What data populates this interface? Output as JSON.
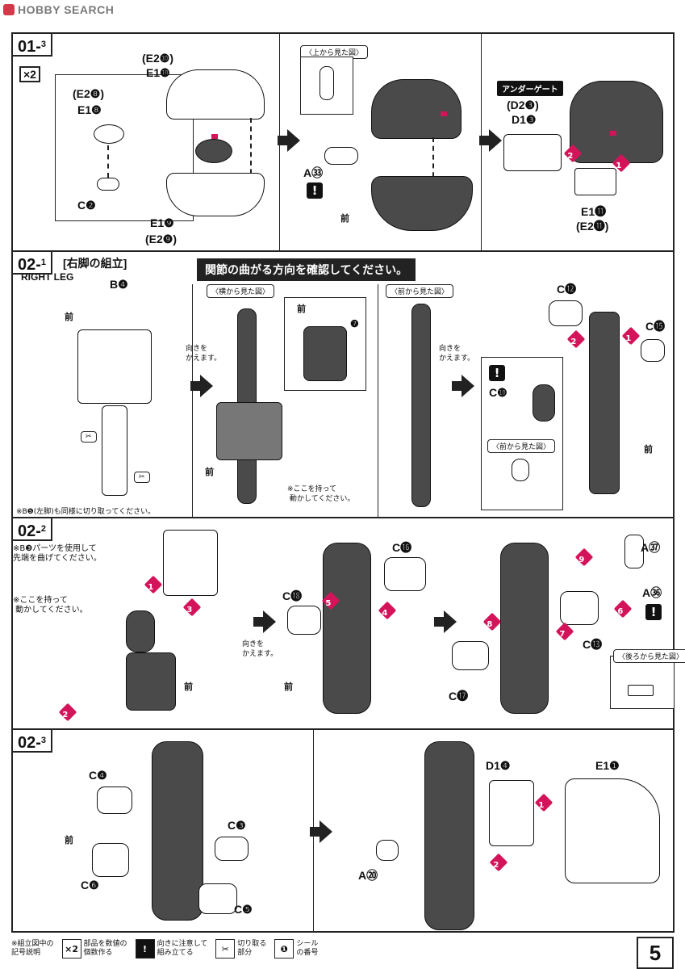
{
  "watermark": "HOBBY SEARCH",
  "page_number": "5",
  "sections": {
    "s1": {
      "step": "01-",
      "step_sup": "3",
      "multiplier": "×2",
      "labels": {
        "e2_8": "(E2❽)",
        "e1_8": "E1❽",
        "c2": "C❷",
        "e2_10": "(E2❿)",
        "e1_10": "E1❿",
        "e1_9": "E1❾",
        "e2_9": "(E2❾)",
        "a33": "A㉝",
        "d2_3": "(D2❸)",
        "d1_3": "D1❸",
        "e1_11": "E1⓫",
        "e2_11": "(E2⓫)"
      },
      "note_top_view": "〈上から見た図〉",
      "under_gate": "アンダーゲート",
      "front": "前",
      "nums": [
        "1",
        "2"
      ]
    },
    "s2": {
      "step": "02-",
      "step_sup": "1",
      "title": "[右脚の組立]",
      "subtitle": "RIGHT LEG",
      "banner": "関節の曲がる方向を確認してください。",
      "note_side_view": "〈横から見た図〉",
      "note_front_view": "〈前から見た図〉",
      "note_front_view2": "〈前から見た図〉",
      "labels": {
        "b4": "B❹",
        "c12": "C⓬",
        "c15": "C⓯",
        "c10": "C❿",
        "seal7": "❼"
      },
      "turn_text": "向きを\nかえます。",
      "hold_text": "※ここを持って\n 動かしてください。",
      "cut_note": "※B❺(左脚)も同様に切り取ってください。",
      "front": "前",
      "nums": [
        "1",
        "2"
      ]
    },
    "s3": {
      "step": "02-",
      "step_sup": "2",
      "bend_note": "※B❸パーツを使用して\n先端を曲げてください。",
      "hold_text": "※ここを持って\n 動かしてください。",
      "turn_text": "向きを\nかえます。",
      "note_back_view": "〈後ろから見た図〉",
      "labels": {
        "c16": "C⓰",
        "c18": "C⓲",
        "c17": "C⓱",
        "c13": "C⓭",
        "a37": "A㊲",
        "a36": "A㊱"
      },
      "front": "前",
      "nums": [
        "1",
        "2",
        "3",
        "4",
        "5",
        "6",
        "7",
        "8",
        "9"
      ]
    },
    "s4": {
      "step": "02-",
      "step_sup": "3",
      "labels": {
        "c4": "C❹",
        "c3": "C❸",
        "c6": "C❻",
        "c5": "C❺",
        "d1_4": "D1❹",
        "e1_1": "E1❶",
        "a20": "A⑳"
      },
      "front": "前",
      "nums": [
        "1",
        "2"
      ]
    }
  },
  "legend": {
    "title": "※組立図中の\n記号説明",
    "items": [
      {
        "icon": "×2",
        "text": "部品を数値の\n個数作る"
      },
      {
        "icon": "!",
        "text": "向きに注意して\n組み立てる"
      },
      {
        "icon": "✂",
        "text": "切り取る\n部分"
      },
      {
        "icon": "❶",
        "text": "シール\nの番号"
      }
    ]
  },
  "colors": {
    "accent": "#d4145a",
    "part": "#4a4a4a",
    "line": "#222222"
  }
}
